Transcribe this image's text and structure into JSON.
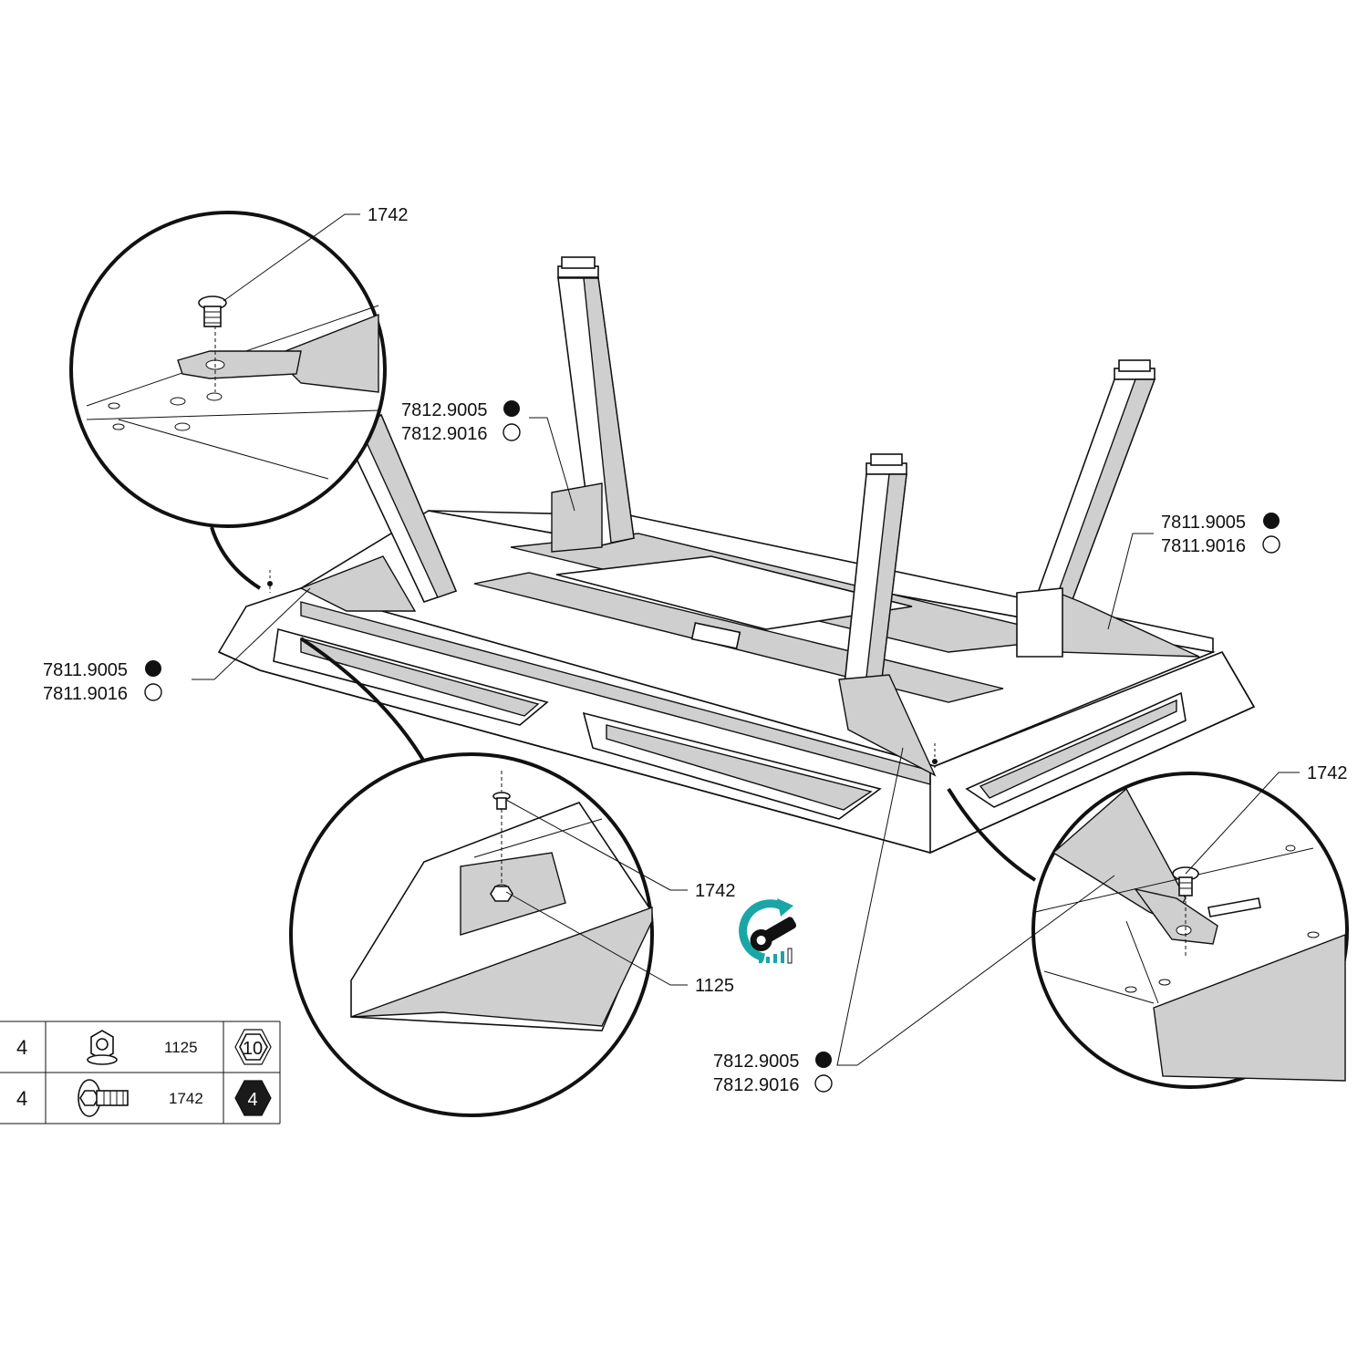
{
  "callouts": {
    "screw_top_left": "1742",
    "frame_left_black": "7811.9005",
    "frame_left_white": "7811.9016",
    "leg_rear_black": "7812.9005",
    "leg_rear_white": "7812.9016",
    "frame_right_black": "7811.9005",
    "frame_right_white": "7811.9016",
    "screw_right": "1742",
    "screw_center_detail": "1742",
    "nut_center_detail": "1125",
    "leg_front_black": "7812.9005",
    "leg_front_white": "7812.9016"
  },
  "parts_table": [
    {
      "qty": "4",
      "part": "1125",
      "tool": "10",
      "icon": "flange-nut"
    },
    {
      "qty": "4",
      "part": "1742",
      "tool": "4",
      "icon": "hex-socket-screw"
    }
  ],
  "colors": {
    "accent": "#1aa6a6",
    "shade": "#cfcfcf",
    "line": "#111111"
  }
}
